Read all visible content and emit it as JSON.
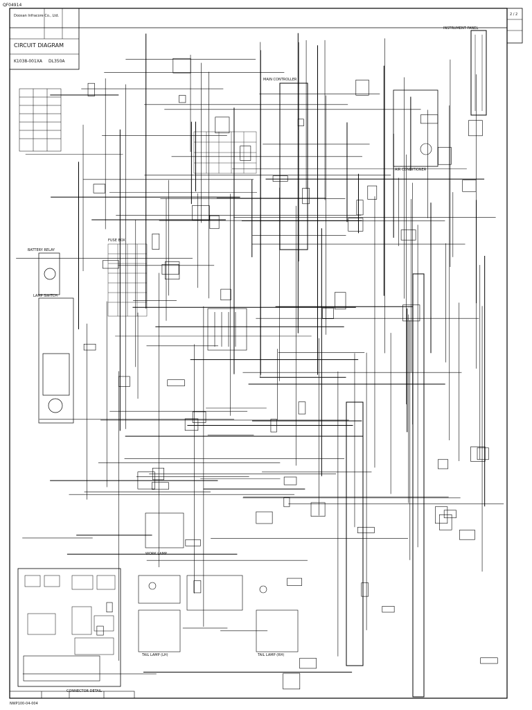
{
  "sheet": {
    "corner_code": "QF04914",
    "footer_code": "NWP100-04-004",
    "page": "2 / 2"
  },
  "title_block": {
    "company": "Doosan Infracore Co., Ltd.",
    "diagram_title": "CIRCUIT DIAGRAM",
    "doc_number": "K1038-001XA",
    "model": "DL350A"
  },
  "labels": {
    "battery_relay": "BATTERY RELAY",
    "main_controller": "MAIN CONTROLLER",
    "lamp_switch": "LAMP SWITCH",
    "air_conditioner": "AIR CONDITIONER",
    "fuse_box": "FUSE BOX",
    "instrument_panel": "INSTRUMENT PANEL",
    "tail_lamp_lh": "TAIL LAMP (LH)",
    "tail_lamp_rh": "TAIL LAMP (RH)",
    "work_lamp": "WORK LAMP",
    "connector_detail": "CONNECTOR DETAIL"
  }
}
